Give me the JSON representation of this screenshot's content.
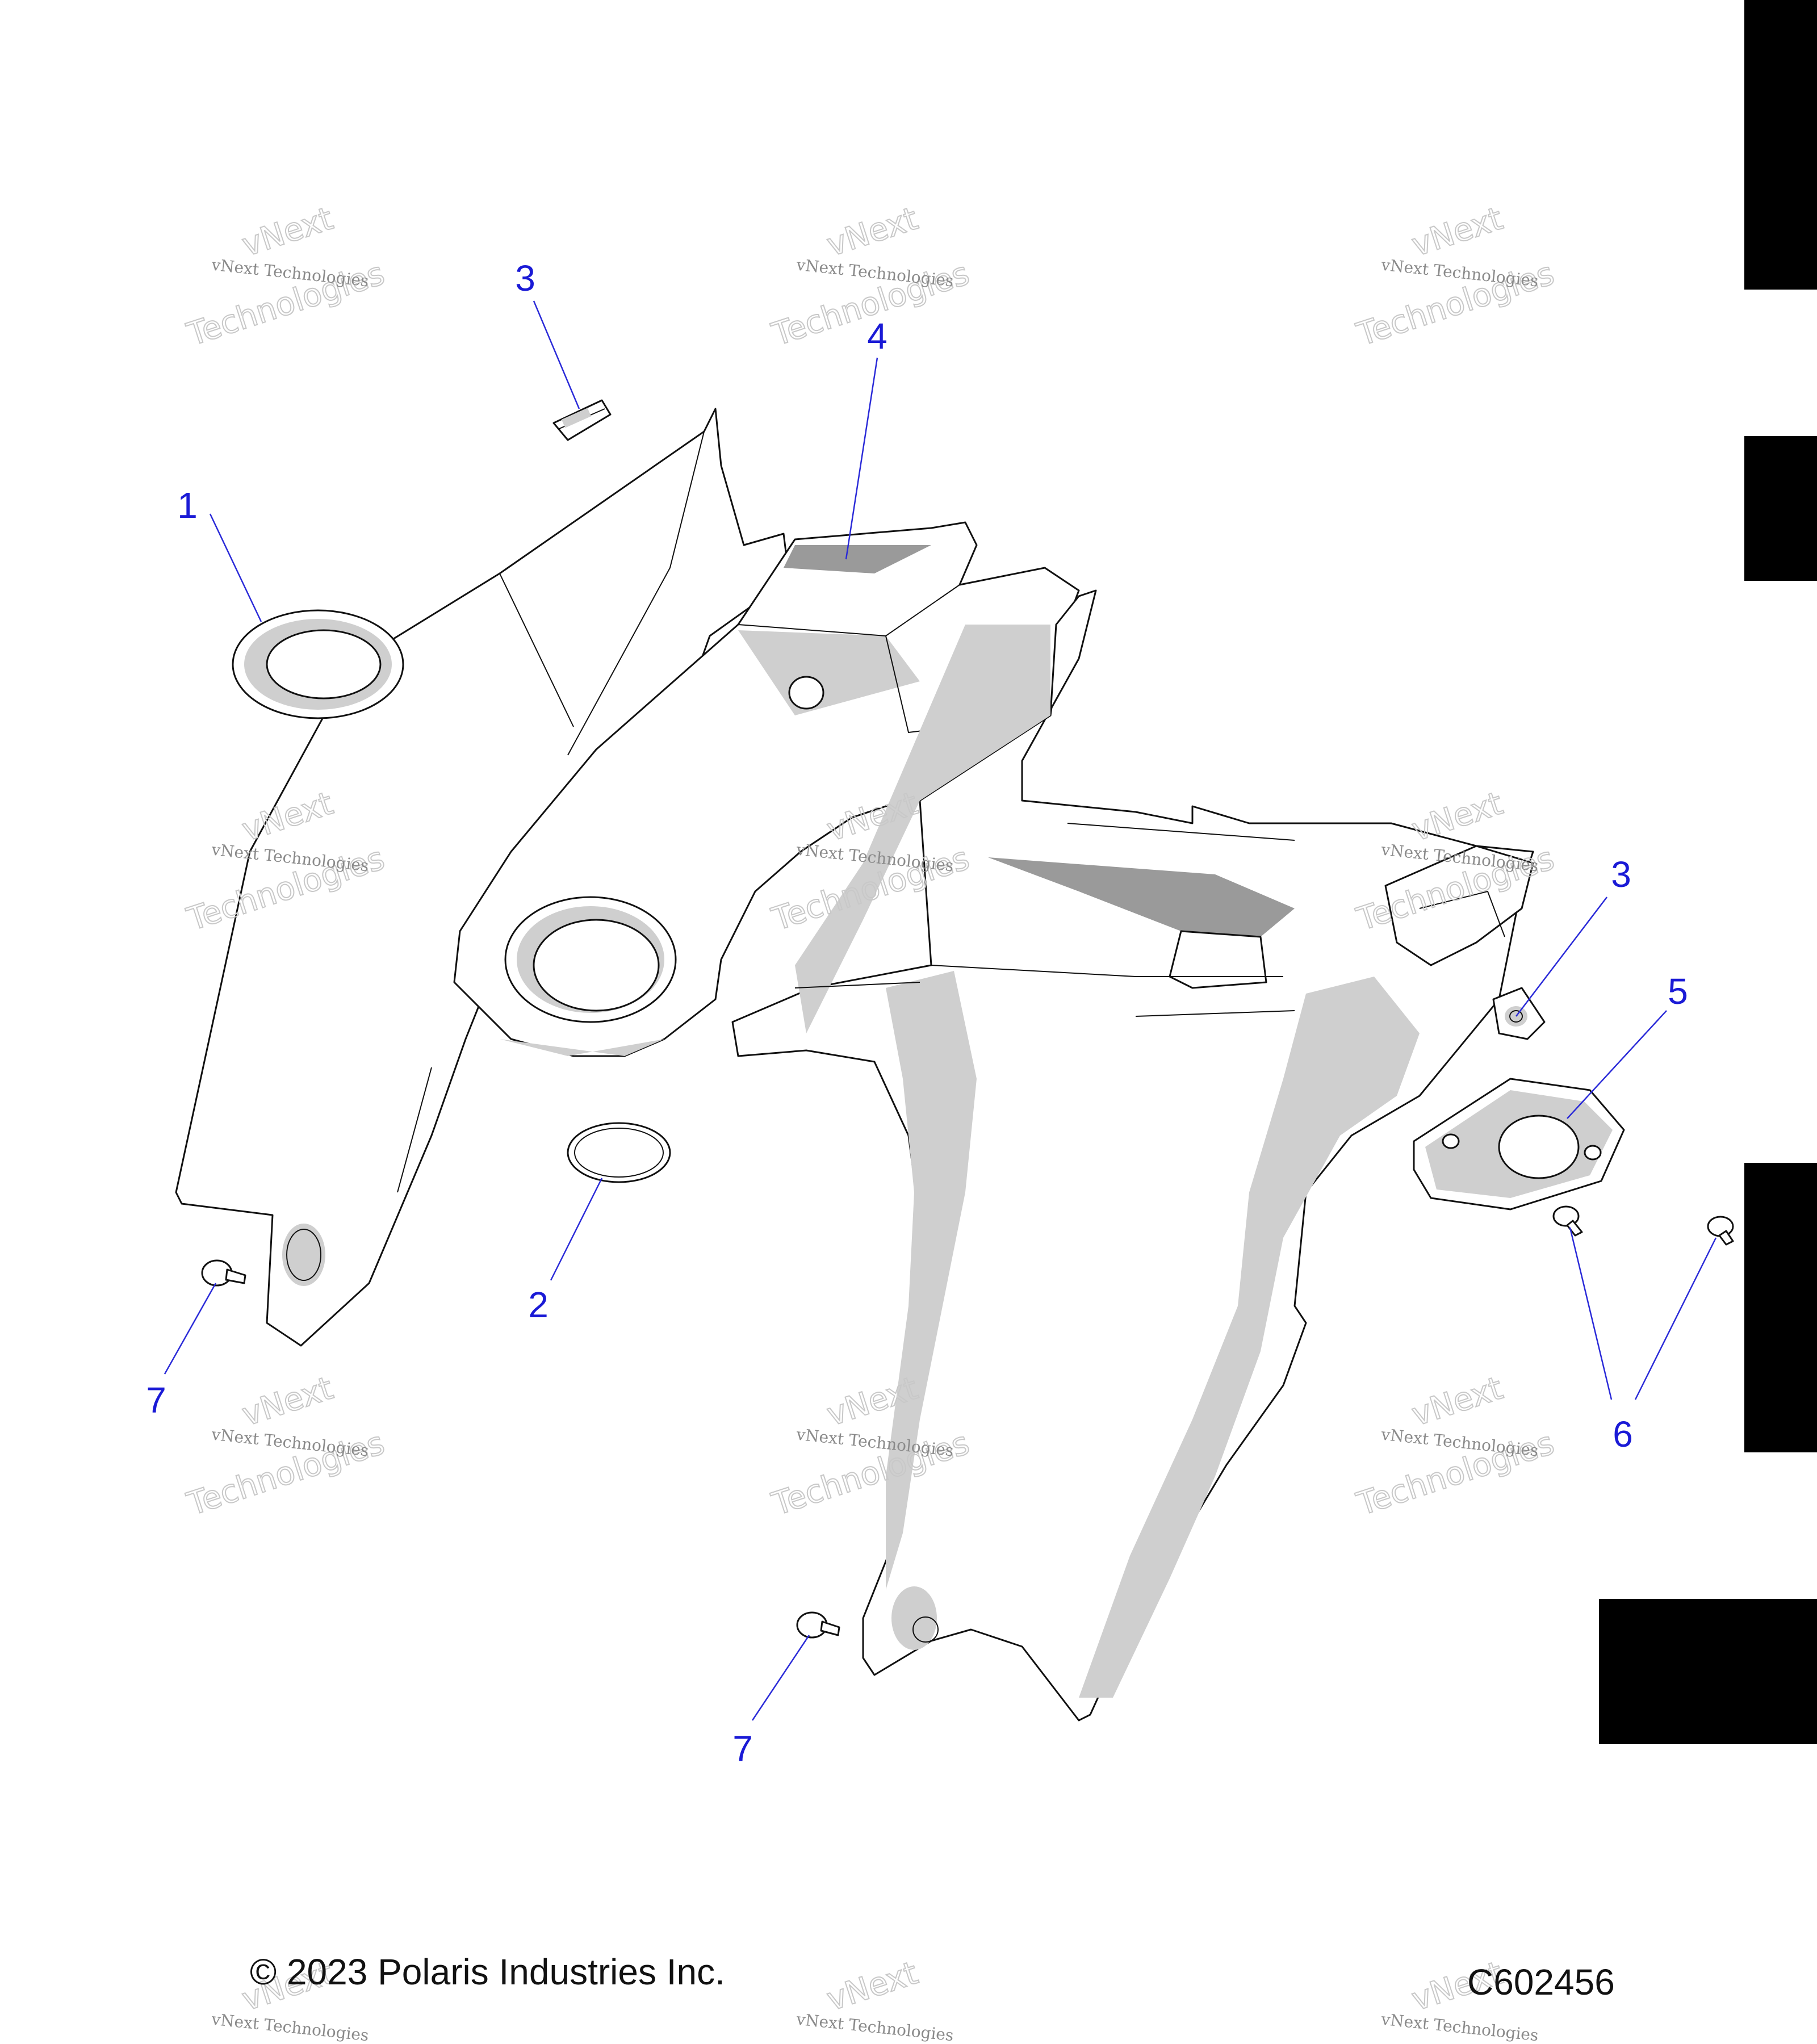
{
  "callouts": [
    {
      "id": "1",
      "label": "1"
    },
    {
      "id": "2",
      "label": "2"
    },
    {
      "id": "3a",
      "label": "3"
    },
    {
      "id": "3b",
      "label": "3"
    },
    {
      "id": "4",
      "label": "4"
    },
    {
      "id": "5",
      "label": "5"
    },
    {
      "id": "6",
      "label": "6"
    },
    {
      "id": "7a",
      "label": "7"
    },
    {
      "id": "7b",
      "label": "7"
    }
  ],
  "watermark": {
    "small": "vNext Technologies",
    "large_top": "vNext",
    "large_bottom": "Technologies"
  },
  "footer": {
    "copyright": "© 2023 Polaris Industries Inc.",
    "diagram_code": "C602456"
  },
  "colors": {
    "callout": "#1a1ad6",
    "tab": "#000000",
    "shade": "#cfcfcf"
  }
}
